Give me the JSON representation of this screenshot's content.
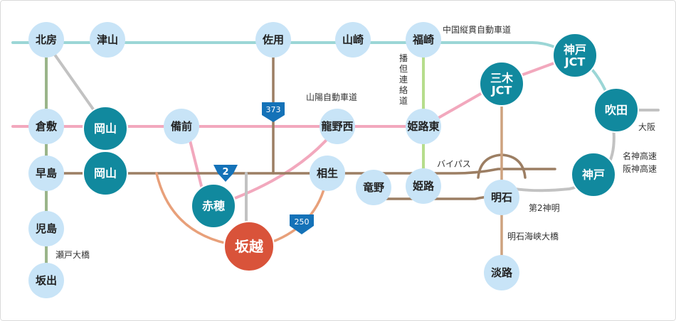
{
  "colors": {
    "light_node": "#c8e4f7",
    "dark_node": "#11899e",
    "highlight_node": "#d9533a",
    "expressway": "#9bd6d6",
    "sanyo": "#f2a8bd",
    "route2": "#9c7e63",
    "route250": "#e8a07a",
    "harima": "#b6dd8c",
    "seto": "#9ab58a",
    "akashi": "#cda27f",
    "gray": "#c2c2c2",
    "route_badge": "#1472b8"
  },
  "stations": {
    "hokubo": "北房",
    "tsuyama": "津山",
    "sayo": "佐用",
    "yamasaki": "山崎",
    "fukusaki": "福崎",
    "kobe_jct": "神戸\nJCT",
    "miki_jct": "三木\nJCT",
    "suita": "吹田",
    "kurashiki": "倉敷",
    "okayama_upper": "岡山",
    "bizen": "備前",
    "tatsuno_nishi": "龍野西",
    "himeji_higashi": "姫路東",
    "hayashima": "早島",
    "okayama_lower": "岡山",
    "aioi": "相生",
    "tatsuno": "竜野",
    "himeji": "姫路",
    "akashi": "明石",
    "kobe": "神戸",
    "ako": "赤穂",
    "sakoshi": "坂越",
    "kojima": "児島",
    "sakaide": "坂出",
    "awaji": "淡路"
  },
  "road_labels": {
    "chugoku": "中国縦貫自動車道",
    "sanyo": "山陽自動車道",
    "harima_v": "播但連絡道",
    "bypass": "バイパス",
    "osaka": "大阪",
    "meishin": "名神高速",
    "hanshin": "阪神高速",
    "daini_shinmei": "第2神明",
    "akashi_bridge": "明石海峡大橋",
    "seto_bridge": "瀬戸大橋"
  },
  "route_badges": {
    "r373": "373",
    "r2": "2",
    "r250": "250"
  }
}
